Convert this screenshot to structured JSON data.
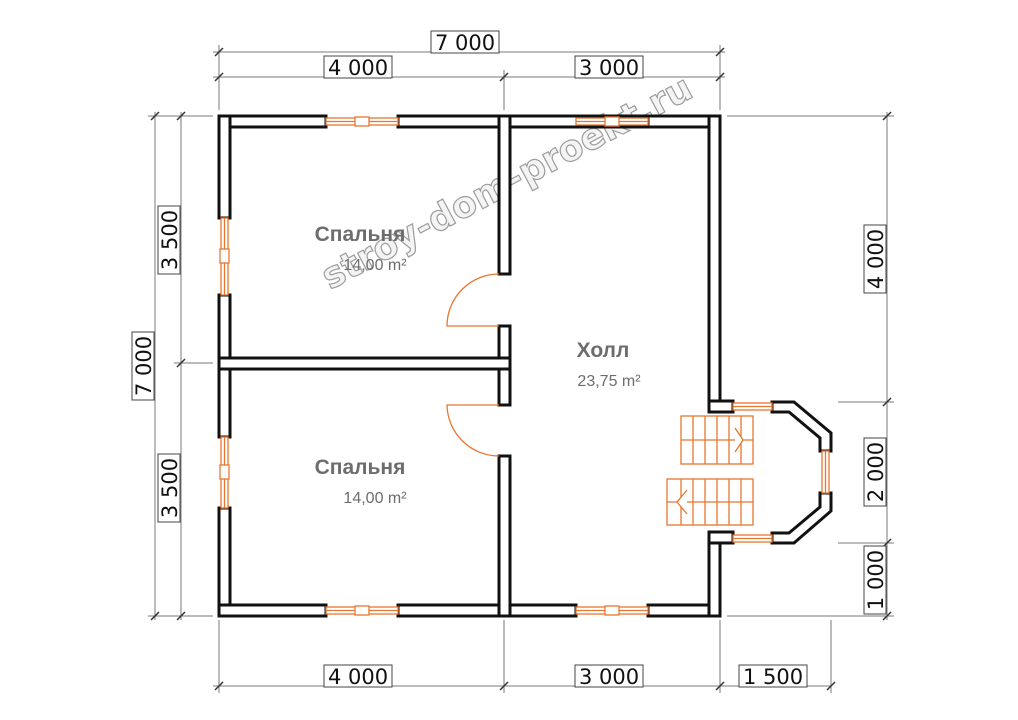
{
  "dimensions": {
    "top_overall": "7 000",
    "top_left": "4 000",
    "top_right": "3 000",
    "bottom_left": "4 000",
    "bottom_middle": "3 000",
    "bottom_right": "1 500",
    "left_overall": "7 000",
    "left_upper": "3 500",
    "left_lower": "3 500",
    "right_upper": "4 000",
    "right_middle": "2 000",
    "right_lower": "1 000"
  },
  "rooms": {
    "bedroom_top": {
      "name": "Спальня",
      "area": "14,00 m²"
    },
    "bedroom_bottom": {
      "name": "Спальня",
      "area": "14,00 m²"
    },
    "hall": {
      "name": "Холл",
      "area": "23,75 m²"
    }
  },
  "watermark": "stroy-dom-proekt.ru",
  "colors": {
    "wall_fill": "#ffffff",
    "wall_stroke": "#111111",
    "opening": "#e8772e",
    "dimension_line": "#7a7a7a",
    "room_text": "#6d6d6d"
  }
}
